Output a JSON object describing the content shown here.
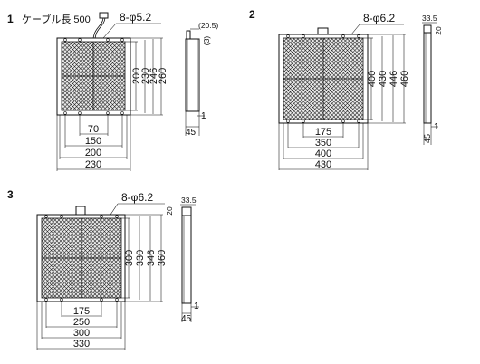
{
  "units": [
    {
      "number": "1",
      "cable_note": "ケーブル長 500",
      "holes": "8-φ5.2",
      "front_widths": [
        "70",
        "150",
        "200",
        "230"
      ],
      "front_heights": [
        "200",
        "230",
        "246",
        "260"
      ],
      "side_top": [
        "(20.5)",
        "(3)"
      ],
      "side_bottom": [
        "45",
        "1"
      ]
    },
    {
      "number": "2",
      "holes": "8-φ6.2",
      "front_widths": [
        "175",
        "350",
        "400",
        "430"
      ],
      "front_heights": [
        "400",
        "430",
        "446",
        "460"
      ],
      "side_top": [
        "33.5",
        "20"
      ],
      "side_bottom": [
        "45",
        "1"
      ]
    },
    {
      "number": "3",
      "holes": "8-φ6.2",
      "front_widths": [
        "175",
        "250",
        "300",
        "330"
      ],
      "front_heights": [
        "300",
        "330",
        "346",
        "360"
      ],
      "side_top": [
        "33.5",
        "20"
      ],
      "side_bottom": [
        "45",
        "1"
      ]
    }
  ]
}
